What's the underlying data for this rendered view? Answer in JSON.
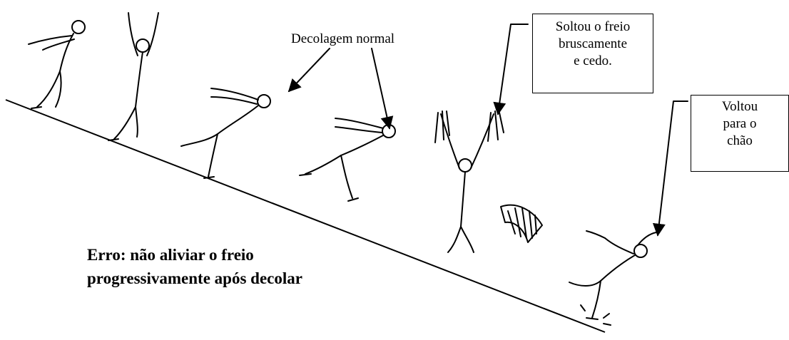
{
  "labels": {
    "normal_takeoff": "Decolagem normal",
    "released_brake": [
      "Soltou o freio",
      "bruscamente",
      "e cedo."
    ],
    "back_to_ground": [
      "Voltou",
      "para o",
      "chão"
    ]
  },
  "error": {
    "line1": "Erro: não aliviar o freio",
    "line2": "progressivamente após decolar"
  }
}
